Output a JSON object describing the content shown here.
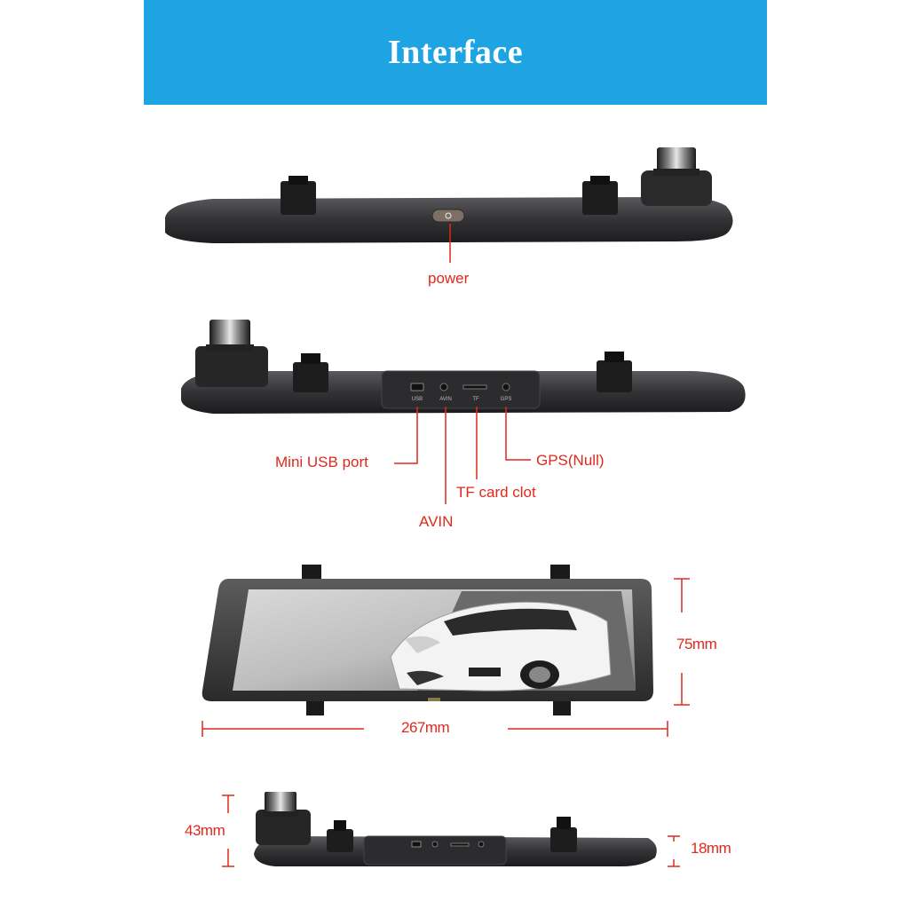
{
  "header": {
    "title": "Interface"
  },
  "callouts": {
    "power": "power",
    "mini_usb": "Mini USB port",
    "gps": "GPS(Null)",
    "tf_card": "TF card clot",
    "avin": "AVIN"
  },
  "port_labels": {
    "usb": "USB",
    "avin": "AVIN",
    "tf": "TF",
    "gps": "GPS"
  },
  "dimensions": {
    "height": "75mm",
    "width": "267mm",
    "depth_total": "43mm",
    "depth_body": "18mm"
  },
  "colors": {
    "banner": "#1ea3e3",
    "callout": "#e0281c",
    "device_body": "#3a3a3c"
  }
}
